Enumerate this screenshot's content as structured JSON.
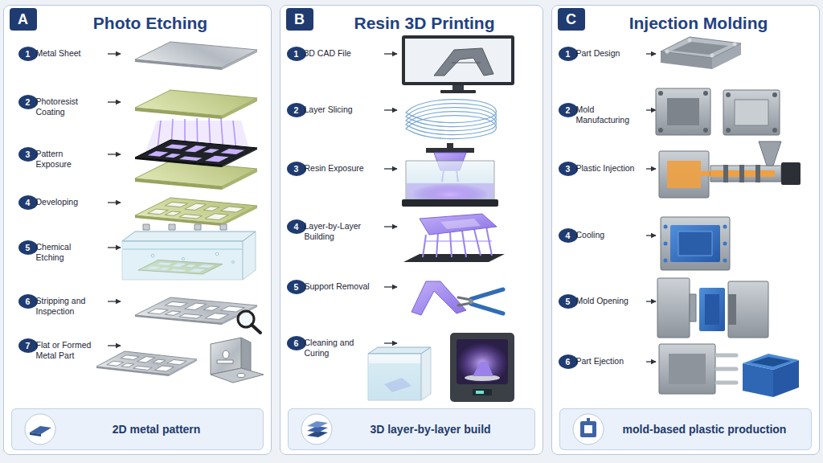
{
  "diagram": {
    "nodes": [
      {
        "text": [
          "Photo Etching"
        ]
      },
      {
        "text": [
          "A"
        ],
        "in": 0
      },
      {
        "text": [
          "1",
          "Metal Sheet"
        ],
        "in": 0
      },
      {
        "text": [
          "2",
          "Photoresist Coating"
        ],
        "in": 0
      },
      {
        "text": [
          "3",
          "Pattern Exposure"
        ],
        "in": 0
      },
      {
        "text": [
          "4",
          "Developing"
        ],
        "in": 0
      },
      {
        "text": [
          "5",
          "Chemical Etching"
        ],
        "in": 0
      },
      {
        "text": [
          "6",
          "Stripping and Inspection"
        ],
        "in": 0
      },
      {
        "text": [
          "7",
          "Flat or Formed Metal Part"
        ],
        "in": 0
      },
      {
        "text": [
          "2D metal pattern"
        ],
        "in": 0
      },
      {
        "text": [
          "Resin 3D Printing"
        ]
      },
      {
        "text": [
          "B"
        ],
        "in": 10
      },
      {
        "text": [
          "1",
          "3D CAD File"
        ],
        "in": 10
      },
      {
        "text": [
          "2",
          "Layer Slicing"
        ],
        "in": 10
      },
      {
        "text": [
          "3",
          "Resin Exposure"
        ],
        "in": 10
      },
      {
        "text": [
          "4",
          "Layer-by-Layer Building"
        ],
        "in": 10
      },
      {
        "text": [
          "5",
          "Support Removal"
        ],
        "in": 10
      },
      {
        "text": [
          "6",
          "Cleaning and Curing"
        ],
        "in": 10
      },
      {
        "text": [
          "3D layer-by-layer build"
        ],
        "in": 10
      },
      {
        "text": [
          "Injection Molding"
        ]
      },
      {
        "text": [
          "C"
        ],
        "in": 19
      },
      {
        "text": [
          "1",
          "Part Design"
        ],
        "in": 19
      },
      {
        "text": [
          "2",
          "Mold Manufacturing"
        ],
        "in": 19
      },
      {
        "text": [
          "3",
          "Plastic Injection"
        ],
        "in": 19
      },
      {
        "text": [
          "4",
          "Cooling"
        ],
        "in": 19
      },
      {
        "text": [
          "5",
          "Mold Opening"
        ],
        "in": 19
      },
      {
        "text": [
          "6",
          "Part Ejection"
        ],
        "in": 19
      },
      {
        "text": [
          "mold-based plastic production"
        ],
        "in": 19
      }
    ]
  }
}
